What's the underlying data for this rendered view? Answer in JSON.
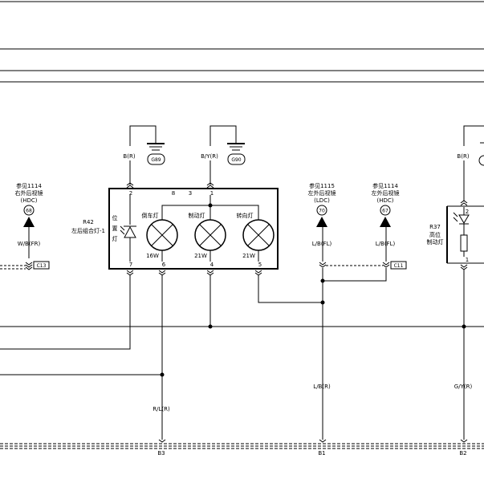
{
  "diagram": {
    "grounds": [
      {
        "label": "G89"
      },
      {
        "label": "G90"
      }
    ],
    "component_left": {
      "id": "R42",
      "name": "左后组合灯-1"
    },
    "component_right": {
      "id": "R37",
      "name_line1": "高位",
      "name_line2": "制动灯"
    },
    "position_lamp_chars": [
      "位",
      "置",
      "灯"
    ],
    "lamps": [
      {
        "name": "倒车灯",
        "watt": "16W"
      },
      {
        "name": "制动灯",
        "watt": "21W"
      },
      {
        "name": "转向灯",
        "watt": "21W"
      }
    ],
    "pins": {
      "p1": "1",
      "p2": "2",
      "p3": "3",
      "p4": "4",
      "p5": "5",
      "p6": "6",
      "p7": "7",
      "p8": "8",
      "r_top": "2",
      "r_bot": "1"
    },
    "wire_labels": {
      "w_br_left": "B(R)",
      "w_byr": "B/Y(R)",
      "w_br_right": "B(R)",
      "w_wbfr": "W/B(FR)",
      "w_lbfl_1": "L/B(FL)",
      "w_lbfl_2": "L/B(FL)",
      "w_lbr": "L/B(R)",
      "w_rlr": "R/L(R)",
      "w_gyr": "G/Y(R)"
    },
    "refs": [
      {
        "see": "参见1114",
        "name": "右外后视镜",
        "code": "(HDC)",
        "circle": "68"
      },
      {
        "see": "参见1115",
        "name": "左外后视镜",
        "code": "(LDC)",
        "circle": "70"
      },
      {
        "see": "参见1114",
        "name": "左外后视镜",
        "code": "(HDC)",
        "circle": "67"
      }
    ],
    "connectors": {
      "c13": "C13",
      "c11": "C11"
    },
    "bus_points": {
      "b3": "B3",
      "b1": "B1",
      "b2": "B2"
    }
  }
}
